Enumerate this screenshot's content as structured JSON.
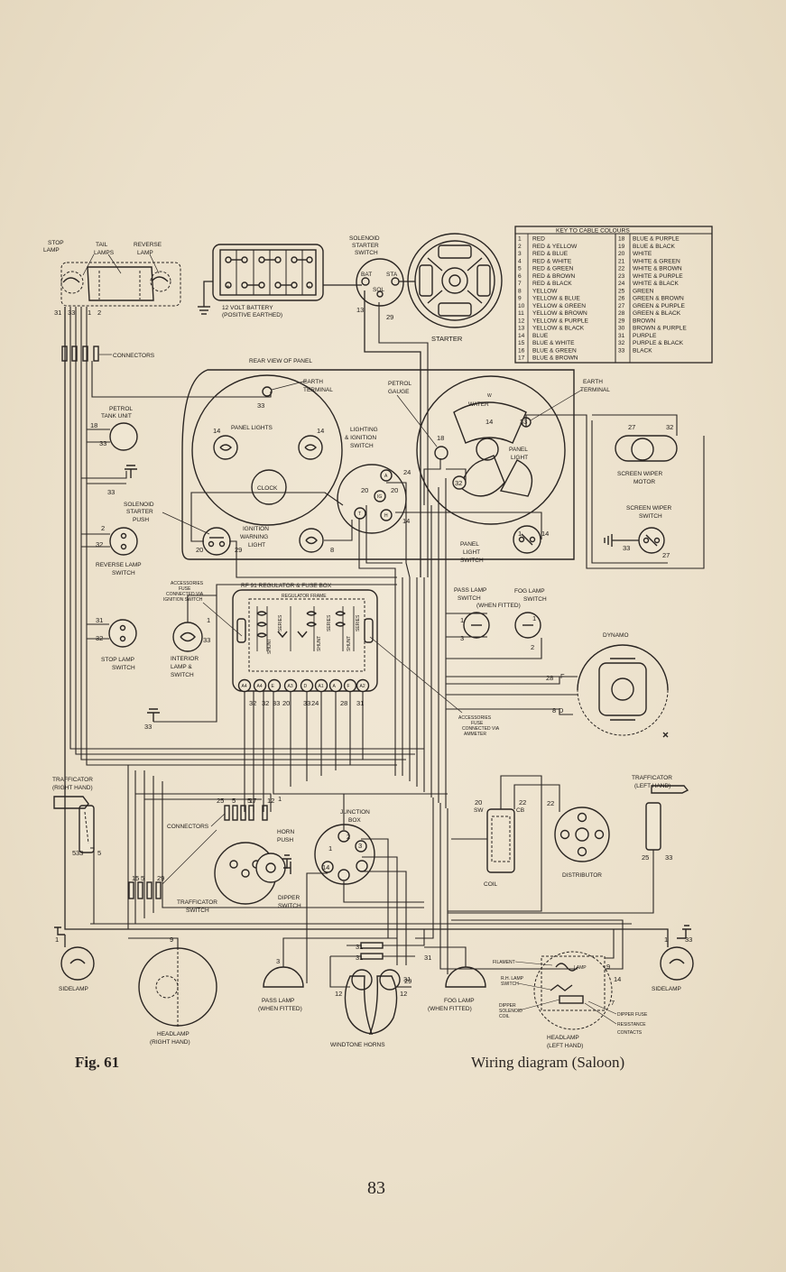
{
  "figure": {
    "label": "Fig. 61",
    "caption": "Wiring diagram (Saloon)"
  },
  "page_number": "83",
  "cable_key": {
    "title": "KEY TO CABLE COLOURS",
    "left": [
      {
        "num": "1",
        "color": "RED"
      },
      {
        "num": "2",
        "color": "RED & YELLOW"
      },
      {
        "num": "3",
        "color": "RED & BLUE"
      },
      {
        "num": "4",
        "color": "RED & WHITE"
      },
      {
        "num": "5",
        "color": "RED & GREEN"
      },
      {
        "num": "6",
        "color": "RED & BROWN"
      },
      {
        "num": "7",
        "color": "RED & BLACK"
      },
      {
        "num": "8",
        "color": "YELLOW"
      },
      {
        "num": "9",
        "color": "YELLOW & BLUE"
      },
      {
        "num": "10",
        "color": "YELLOW & GREEN"
      },
      {
        "num": "11",
        "color": "YELLOW & BROWN"
      },
      {
        "num": "12",
        "color": "YELLOW & PURPLE"
      },
      {
        "num": "13",
        "color": "YELLOW & BLACK"
      },
      {
        "num": "14",
        "color": "BLUE"
      },
      {
        "num": "15",
        "color": "BLUE & WHITE"
      },
      {
        "num": "16",
        "color": "BLUE & GREEN"
      },
      {
        "num": "17",
        "color": "BLUE & BROWN"
      }
    ],
    "right": [
      {
        "num": "18",
        "color": "BLUE & PURPLE"
      },
      {
        "num": "19",
        "color": "BLUE & BLACK"
      },
      {
        "num": "20",
        "color": "WHITE"
      },
      {
        "num": "21",
        "color": "WHITE & GREEN"
      },
      {
        "num": "22",
        "color": "WHITE & BROWN"
      },
      {
        "num": "23",
        "color": "WHITE & PURPLE"
      },
      {
        "num": "24",
        "color": "WHITE & BLACK"
      },
      {
        "num": "25",
        "color": "GREEN"
      },
      {
        "num": "26",
        "color": "GREEN & BROWN"
      },
      {
        "num": "27",
        "color": "GREEN & PURPLE"
      },
      {
        "num": "28",
        "color": "GREEN & BLACK"
      },
      {
        "num": "29",
        "color": "BROWN"
      },
      {
        "num": "30",
        "color": "BROWN & PURPLE"
      },
      {
        "num": "31",
        "color": "PURPLE"
      },
      {
        "num": "32",
        "color": "PURPLE & BLACK"
      },
      {
        "num": "33",
        "color": "BLACK"
      }
    ]
  },
  "labels": {
    "stop_lamp": [
      "STOP",
      "LAMP"
    ],
    "tail_lamps": [
      "TAIL",
      "LAMPS"
    ],
    "reverse_lamp": [
      "REVERSE",
      "LAMP"
    ],
    "connectors_top": "CONNECTORS",
    "battery": [
      "12 VOLT  BATTERY",
      "(POSITIVE  EARTHED)"
    ],
    "solenoid_starter_switch": [
      "SOLENOID",
      "STARTER",
      "SWITCH"
    ],
    "bat": "BAT",
    "sta": "STA",
    "sol": "SOL",
    "starter": "STARTER",
    "rear_view_panel": "REAR  VIEW  OF  PANEL",
    "earth_terminal_left": [
      "EARTH",
      "TERMINAL"
    ],
    "petrol_gauge": [
      "PETROL",
      "GAUGE"
    ],
    "earth_terminal_right": [
      "EARTH",
      "TERMINAL"
    ],
    "water": "WATER",
    "panel_lights": "PANEL  LIGHTS",
    "lighting_ignition_switch": [
      "LIGHTING",
      "& IGNITION",
      "SWITCH"
    ],
    "panel_light": [
      "PANEL",
      "LIGHT"
    ],
    "clock": "CLOCK",
    "petrol_tank_unit": [
      "PETROL",
      "TANK UNIT"
    ],
    "solenoid_starter_push": [
      "SOLENOID",
      "STARTER",
      "PUSH"
    ],
    "ignition_warning_light": [
      "IGNITION",
      "WARNING",
      "LIGHT"
    ],
    "panel_light_switch": [
      "PANEL",
      "LIGHT",
      "SWITCH"
    ],
    "screen_wiper_motor": [
      "SCREEN WIPER",
      "MOTOR"
    ],
    "screen_wiper_switch": [
      "SCREEN WIPER",
      "SWITCH"
    ],
    "reverse_lamp_switch": [
      "REVERSE  LAMP",
      "SWITCH"
    ],
    "accessories_fuse_ignition": [
      "ACCESSORIES",
      "FUSE",
      "CONNECTED VIA",
      "IGNITION SWITCH"
    ],
    "regulator_fuse_box": "RF 91  REGULATOR & FUSE BOX",
    "regulator_frame": "REGULATOR  FRAME",
    "pass_lamp_switch": [
      "PASS LAMP",
      "SWITCH",
      "(WHEN FITTED)"
    ],
    "fog_lamp_switch": [
      "FOG LAMP",
      "SWITCH"
    ],
    "dynamo": "DYNAMO",
    "stop_lamp_switch": [
      "STOP LAMP",
      "SWITCH"
    ],
    "interior_lamp_switch": [
      "INTERIOR",
      "LAMP  &",
      "SWITCH"
    ],
    "accessories_fuse_ammeter": [
      "ACCESSORIES",
      "FUSE",
      "CONNECTED VIA",
      "AMMETER"
    ],
    "trafficator_right": [
      "TRAFFICATOR",
      "(RIGHT HAND)"
    ],
    "trafficator_left": [
      "TRAFFICATOR",
      "(LEFT HAND)"
    ],
    "connectors_mid": "CONNECTORS",
    "horn_push": [
      "HORN",
      "PUSH"
    ],
    "junction_box": [
      "JUNCTION",
      "BOX"
    ],
    "coil": "COIL",
    "distributor": "DISTRIBUTOR",
    "trafficator_switch": [
      "TRAFFICATOR",
      "SWITCH"
    ],
    "dipper_switch": [
      "DIPPER",
      "SWITCH"
    ],
    "sidelamp_left": "SIDELAMP",
    "sidelamp_right": "SIDELAMP",
    "headlamp_right": [
      "HEADLAMP",
      "(RIGHT HAND)"
    ],
    "pass_lamp": [
      "PASS LAMP",
      "(WHEN FITTED)"
    ],
    "windtone_horns": "WINDTONE     HORNS",
    "fog_lamp": [
      "FOG LAMP",
      "(WHEN FITTED)"
    ],
    "headlamp_left": [
      "HEADLAMP",
      "(LEFT HAND)"
    ],
    "filament": "FILAMENT",
    "lamp": "LAMP",
    "rh_lamp_switch": [
      "R.H. LAMP",
      "SWITCH"
    ],
    "dipper_solenoid_coil": [
      "DIPPER",
      "SOLENOID",
      "COIL"
    ],
    "dipper_fuse": "DIPPER FUSE",
    "resistance": "RESISTANCE",
    "contacts": "CONTACTS",
    "shunt": "SHUNT",
    "series": "SERIES",
    "sw": "SW",
    "cb": "CB"
  },
  "terminal_labels": [
    "A4",
    "A4",
    "E",
    "A3",
    "D",
    "A1",
    "A",
    "F",
    "A2"
  ],
  "switch_terminals": [
    "A",
    "IG",
    "T",
    "H"
  ],
  "wire_numbers": [
    "31",
    "33",
    "1",
    "2",
    "18",
    "33",
    "33",
    "2",
    "32",
    "31",
    "32",
    "1",
    "33",
    "20",
    "29",
    "8",
    "14",
    "14",
    "33",
    "24",
    "20",
    "20",
    "14",
    "18",
    "32",
    "14",
    "33",
    "1",
    "14",
    "27",
    "32",
    "33",
    "27",
    "13",
    "29",
    "1",
    "3",
    "1",
    "2",
    "28",
    "8",
    "33",
    "32",
    "32",
    "33",
    "20",
    "24",
    "33",
    "28",
    "31",
    "25",
    "5",
    "5",
    "17",
    "12",
    "1",
    "5",
    "33",
    "5",
    "15",
    "5",
    "29",
    "1",
    "2",
    "3",
    "14",
    "20",
    "22",
    "22",
    "25",
    "33",
    "9",
    "1",
    "33",
    "3",
    "31",
    "31",
    "12",
    "12",
    "29",
    "31",
    "31",
    "9",
    "14",
    "7",
    "F",
    "D",
    "1"
  ]
}
